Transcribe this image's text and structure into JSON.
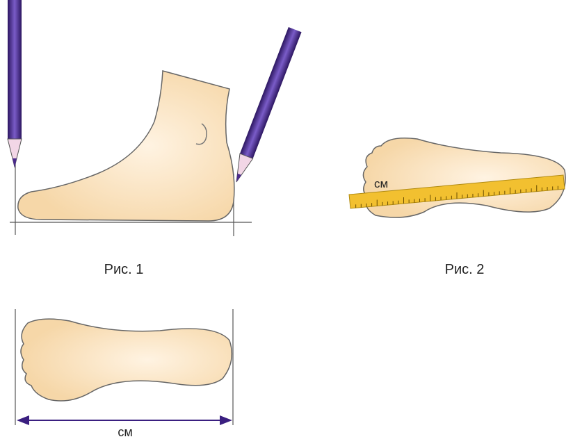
{
  "figures": [
    {
      "caption": "Рис. 1"
    },
    {
      "caption": "Рис. 2",
      "unit_label": "см"
    },
    {
      "unit_label": "см"
    }
  ],
  "colors": {
    "foot_fill": "#f8dcb0",
    "outline": "#555555",
    "pencil": "#4b2a8c",
    "ruler": "#f2c030",
    "arrow": "#3a1f80"
  }
}
